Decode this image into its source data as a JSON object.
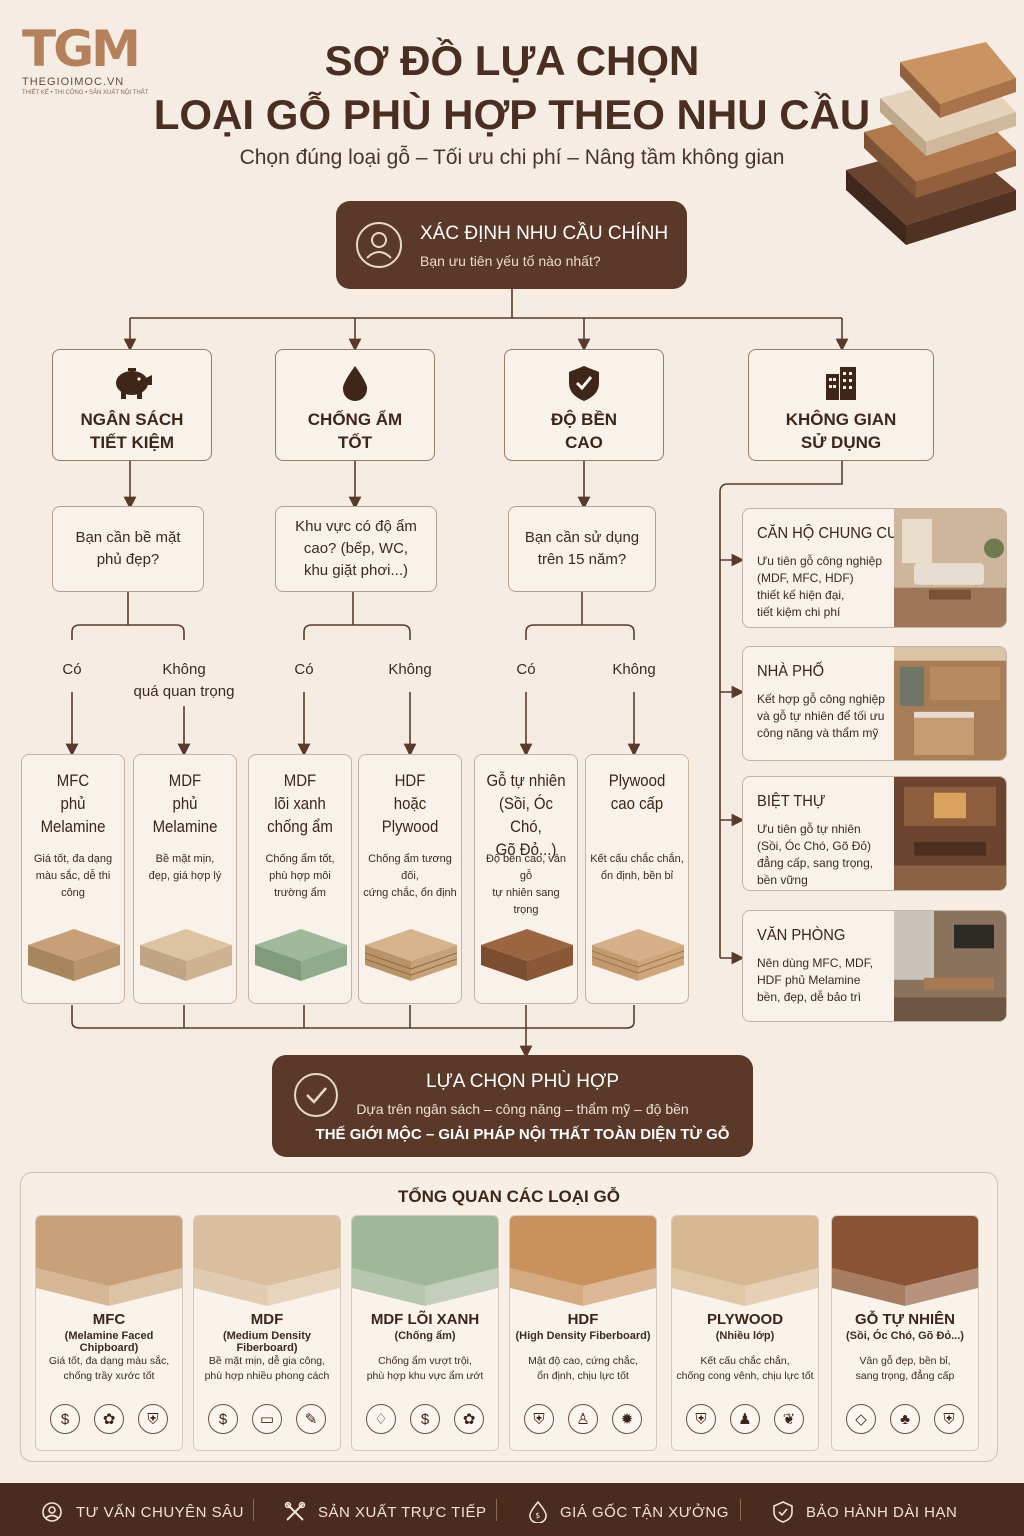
{
  "brand": {
    "mark": "TGM",
    "site": "THEGIOIMOC.VN",
    "tagline": "THIẾT KẾ • THI CÔNG • SẢN XUẤT NỘI THẤT"
  },
  "header": {
    "title_line1": "SƠ ĐỒ LỰA CHỌN",
    "title_line2": "LOẠI GỖ PHÙ HỢP THEO NHU CẦU",
    "subtitle": "Chọn đúng loại gỗ – Tối ưu chi phí – Nâng tầm không gian"
  },
  "root": {
    "title": "XÁC ĐỊNH NHU CẦU CHÍNH",
    "question": "Bạn ưu tiên yếu tố nào nhất?"
  },
  "categories": [
    {
      "l1": "NGÂN SÁCH",
      "l2": "TIẾT KIỆM",
      "icon": "piggy-bank-icon"
    },
    {
      "l1": "CHỐNG ẨM",
      "l2": "TỐT",
      "icon": "water-drop-icon"
    },
    {
      "l1": "ĐỘ BỀN",
      "l2": "CAO",
      "icon": "shield-icon"
    },
    {
      "l1": "KHÔNG GIAN",
      "l2": "SỬ DỤNG",
      "icon": "building-icon"
    }
  ],
  "questions": [
    {
      "l1": "Bạn cần bề mặt",
      "l2": "phủ đẹp?",
      "l3": ""
    },
    {
      "l1": "Khu vực có độ ẩm",
      "l2": "cao? (bếp, WC,",
      "l3": "khu giặt phơi...)"
    },
    {
      "l1": "Bạn cần sử dụng",
      "l2": "trên 15 năm?",
      "l3": ""
    }
  ],
  "answers": [
    {
      "yes": "Có",
      "no_l1": "Không",
      "no_l2": "quá quan trọng"
    },
    {
      "yes": "Có",
      "no_l1": "Không",
      "no_l2": ""
    },
    {
      "yes": "Có",
      "no_l1": "Không",
      "no_l2": ""
    }
  ],
  "options": [
    {
      "n1": "MFC",
      "n2": "phủ Melamine",
      "n3": "",
      "d1": "Giá tốt, đa dạng",
      "d2": "màu sắc, dễ thi công",
      "d3": ""
    },
    {
      "n1": "MDF",
      "n2": "phủ Melamine",
      "n3": "",
      "d1": "Bề mặt mịn,",
      "d2": "đẹp, giá hợp lý",
      "d3": ""
    },
    {
      "n1": "MDF",
      "n2": "lõi xanh",
      "n3": "chống ẩm",
      "d1": "Chống ẩm tốt,",
      "d2": "phù hợp môi",
      "d3": "trường ẩm"
    },
    {
      "n1": "HDF",
      "n2": "hoặc Plywood",
      "n3": "",
      "d1": "Chống ẩm tương đối,",
      "d2": "cứng chắc, ổn định",
      "d3": ""
    },
    {
      "n1": "Gỗ tự nhiên",
      "n2": "(Sồi, Óc Chó,",
      "n3": "Gõ Đỏ...)",
      "d1": "Độ bền cao, vân gỗ",
      "d2": "tự nhiên sang trọng",
      "d3": ""
    },
    {
      "n1": "Plywood",
      "n2": "cao cấp",
      "n3": "",
      "d1": "Kết cấu chắc chắn,",
      "d2": "ổn định, bền bỉ",
      "d3": ""
    }
  ],
  "spaces": [
    {
      "title": "CĂN HỘ CHUNG CƯ",
      "d1": "Ưu tiên gỗ công nghiệp",
      "d2": "(MDF, MFC, HDF)",
      "d3": "thiết kế hiện đại,",
      "d4": "tiết kiệm chi phí"
    },
    {
      "title": "NHÀ PHỐ",
      "d1": "Kết hợp gỗ công nghiệp",
      "d2": "và gỗ tự nhiên để tối ưu",
      "d3": "công năng và thẩm mỹ",
      "d4": ""
    },
    {
      "title": "BIỆT THỰ",
      "d1": "Ưu tiên gỗ tự nhiên",
      "d2": "(Sồi, Óc Chó, Gõ Đỏ)",
      "d3": "đẳng cấp, sang trọng,",
      "d4": "bền vững"
    },
    {
      "title": "VĂN PHÒNG",
      "d1": "Nên dùng MFC, MDF,",
      "d2": "HDF phủ Melamine",
      "d3": "bền, đẹp, dễ bảo trì",
      "d4": ""
    }
  ],
  "result": {
    "title": "LỰA CHỌN PHÙ HỢP",
    "sub": "Dựa trên ngân sách – công năng – thẩm mỹ – độ bền",
    "slogan": "THẾ GIỚI MỘC – GIẢI PHÁP NỘI THẤT TOÀN DIỆN TỪ GỖ"
  },
  "overview": {
    "title": "TỔNG QUAN CÁC LOẠI GỖ",
    "cards": [
      {
        "name": "MFC",
        "sub": "(Melamine Faced Chipboard)",
        "d1": "Giá tốt, đa dạng màu sắc,",
        "d2": "chống trầy xước tốt",
        "icons": [
          "dollar-icon",
          "palette-icon",
          "shield-icon"
        ],
        "color": "#c8a178"
      },
      {
        "name": "MDF",
        "sub": "(Medium Density Fiberboard)",
        "d1": "Bề mặt mịn, dễ gia công,",
        "d2": "phù hợp nhiều phong cách",
        "icons": [
          "dollar-icon",
          "tray-icon",
          "paint-icon"
        ],
        "color": "#d9bf9d"
      },
      {
        "name": "MDF LÕI XANH",
        "sub": "(Chống ẩm)",
        "d1": "Chống ẩm vượt trội,",
        "d2": "phù hợp khu vực ẩm ướt",
        "icons": [
          "water-drop-icon",
          "dollar-icon",
          "palette-icon"
        ],
        "color": "#9fb89a"
      },
      {
        "name": "HDF",
        "sub": "(High Density Fiberboard)",
        "d1": "Mật độ cao, cứng chắc,",
        "d2": "ổn định, chịu lực tốt",
        "icons": [
          "shield-icon",
          "weight-icon",
          "gear-icon"
        ],
        "color": "#c8915e"
      },
      {
        "name": "PLYWOOD",
        "sub": "(Nhiều lớp)",
        "d1": "Kết cấu chắc chắn,",
        "d2": "chống cong vênh, chịu lực tốt",
        "icons": [
          "shield-icon",
          "worker-icon",
          "leaf-icon"
        ],
        "color": "#d7b891"
      },
      {
        "name": "GỖ TỰ NHIÊN",
        "sub": "(Sồi, Óc Chó, Gõ Đỏ...)",
        "d1": "Vân gỗ đẹp, bền bỉ,",
        "d2": "sang trọng, đẳng cấp",
        "icons": [
          "diamond-icon",
          "tree-icon",
          "shield-icon"
        ],
        "color": "#8a5434"
      }
    ]
  },
  "footer": [
    {
      "label": "TƯ VẤN CHUYÊN SÂU",
      "icon": "consult-icon"
    },
    {
      "label": "SẢN XUẤT TRỰC TIẾP",
      "icon": "tools-icon"
    },
    {
      "label": "GIÁ GỐC TẬN XƯỞNG",
      "icon": "price-tag-icon"
    },
    {
      "label": "BẢO HÀNH DÀI HẠN",
      "icon": "warranty-shield-icon"
    }
  ],
  "colors": {
    "dark_brown": "#5b3928",
    "background": "#f5ede3",
    "line": "#5a3a2a"
  }
}
